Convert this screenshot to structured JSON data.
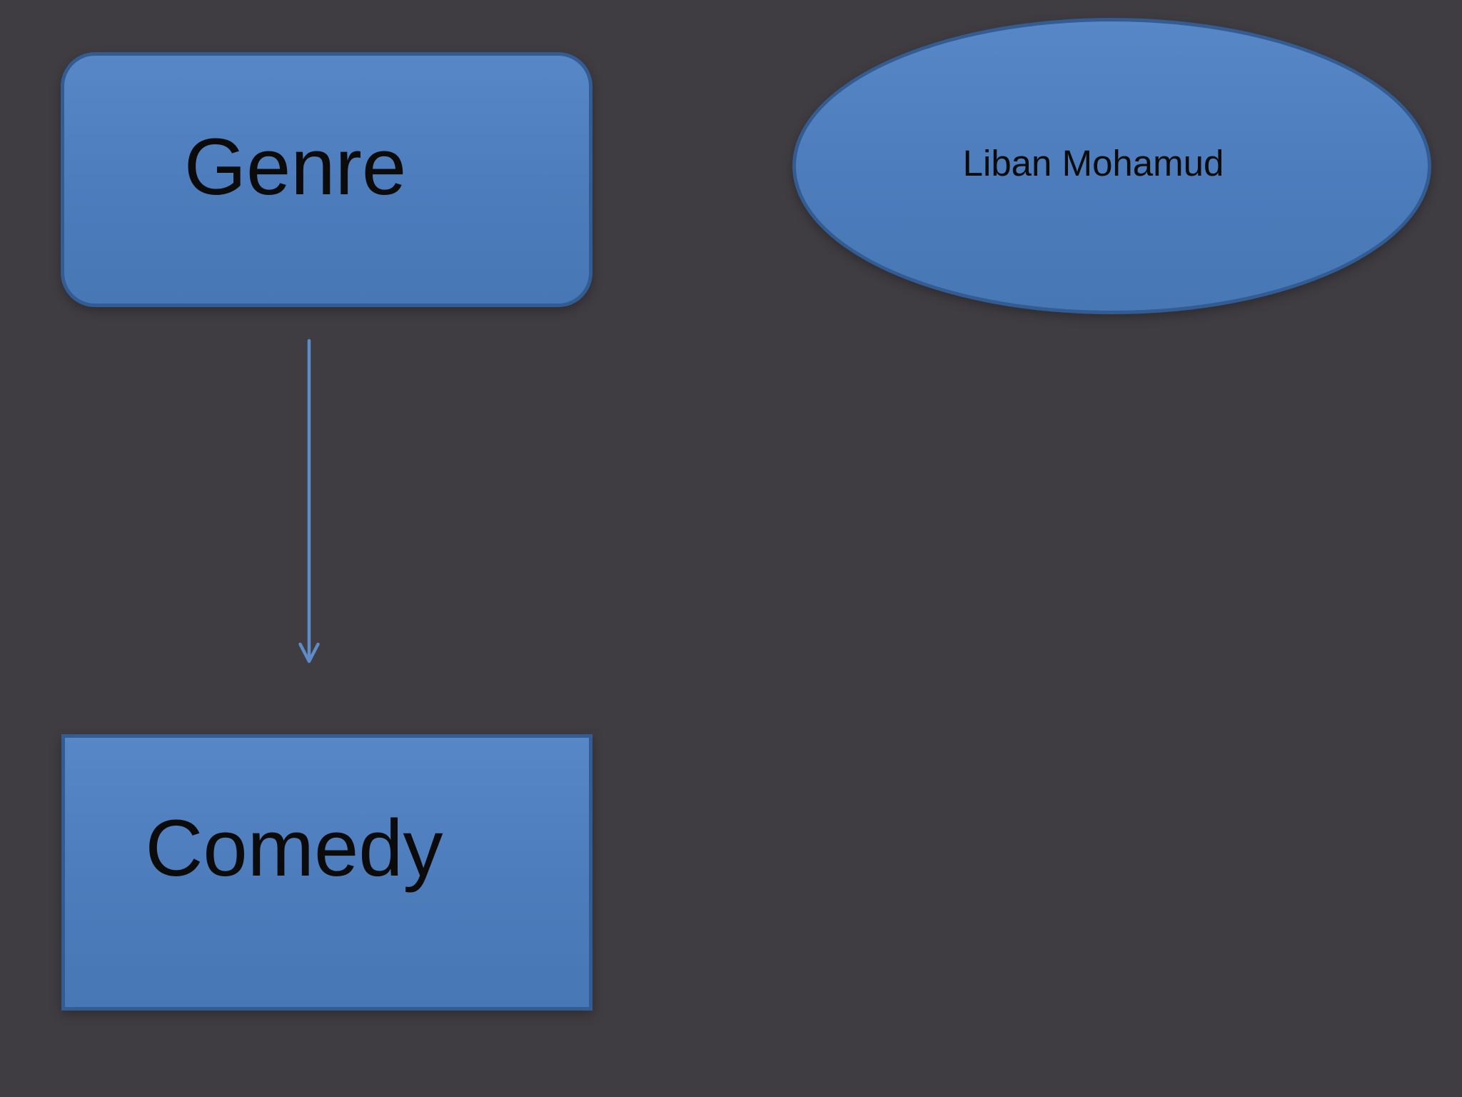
{
  "canvas": {
    "background_color": "#3F3D42"
  },
  "shapes": {
    "genre": {
      "label": "Genre",
      "type": "rounded-rectangle",
      "fill_color": "#4C7CBB",
      "border_color": "#325C92",
      "text_color": "#0B0B0C"
    },
    "author": {
      "label": "Liban Mohamud",
      "type": "ellipse",
      "fill_color": "#4C7CBB",
      "border_color": "#325C92",
      "text_color": "#0B0B0C"
    },
    "comedy": {
      "label": "Comedy",
      "type": "rectangle",
      "fill_color": "#4C7CBB",
      "border_color": "#325C92",
      "text_color": "#0B0B0C"
    }
  },
  "connector": {
    "from": "genre",
    "to": "comedy",
    "direction": "down",
    "color": "#5E8CC8"
  }
}
